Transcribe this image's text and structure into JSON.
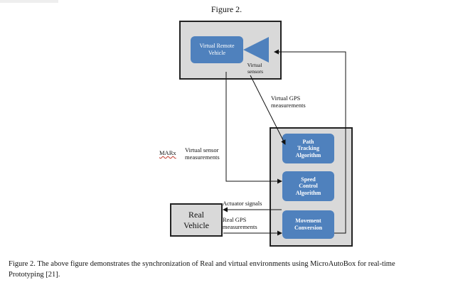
{
  "figure_title": "Figure 2.",
  "virtual_environment": {
    "vehicle_label_line1": "Virtual Remote",
    "vehicle_label_line2": "Vehicle",
    "sensors_label_line1": "Virtual",
    "sensors_label_line2": "sensors"
  },
  "controller": {
    "block1_line1": "Path",
    "block1_line2": "Tracking",
    "block1_line3": "Algorithm",
    "block2_line1": "Speed",
    "block2_line2": "Control",
    "block2_line3": "Algorithm",
    "block3_line1": "Movement",
    "block3_line2": "Conversion"
  },
  "real_vehicle": {
    "line1": "Real",
    "line2": "Vehicle"
  },
  "labels": {
    "gps_virtual_line1": "Virtual GPS",
    "gps_virtual_line2": "measurements",
    "marx": "MARx",
    "sensor_meas_line1": "Virtual sensor",
    "sensor_meas_line2": "measurements",
    "actuator": "Actuator signals",
    "real_gps_line1": "Real GPS",
    "real_gps_line2": "measurements"
  },
  "caption_line1": "Figure 2. The above figure demonstrates the synchronization of Real and virtual environments using MicroAutoBox for real-time",
  "caption_line2": "Prototyping [21]."
}
